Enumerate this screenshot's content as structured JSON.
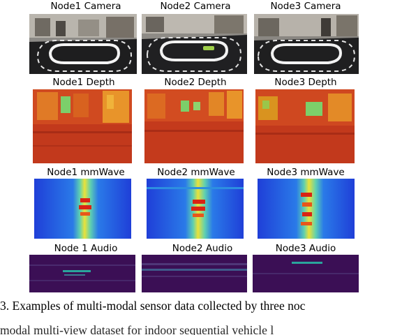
{
  "figure": {
    "rows": [
      {
        "modality": "camera",
        "labels": [
          "Node1 Camera",
          "Node2 Camera",
          "Node3 Camera"
        ]
      },
      {
        "modality": "depth",
        "labels": [
          "Node1 Depth",
          "Node2 Depth",
          "Node3 Depth"
        ]
      },
      {
        "modality": "mmwave",
        "labels": [
          "Node1 mmWave",
          "Node2 mmWave",
          "Node3 mmWave"
        ]
      },
      {
        "modality": "audio",
        "labels": [
          "Node 1 Audio",
          "Node2 Audio",
          "Node3 Audio"
        ]
      }
    ],
    "colors": {
      "depth_red": "#c2391c",
      "depth_orange": "#e8942a",
      "depth_green": "#7ccf6a",
      "mmwave_blue": "#1f3fd8",
      "mmwave_red": "#d92414",
      "audio_purple": "#3b0f55",
      "audio_teal": "#2aa59c"
    }
  },
  "caption": {
    "line1": "3.   Examples of multi-modal sensor data collected by three noc",
    "line2": "modal multi-view dataset for indoor sequential vehicle l"
  }
}
